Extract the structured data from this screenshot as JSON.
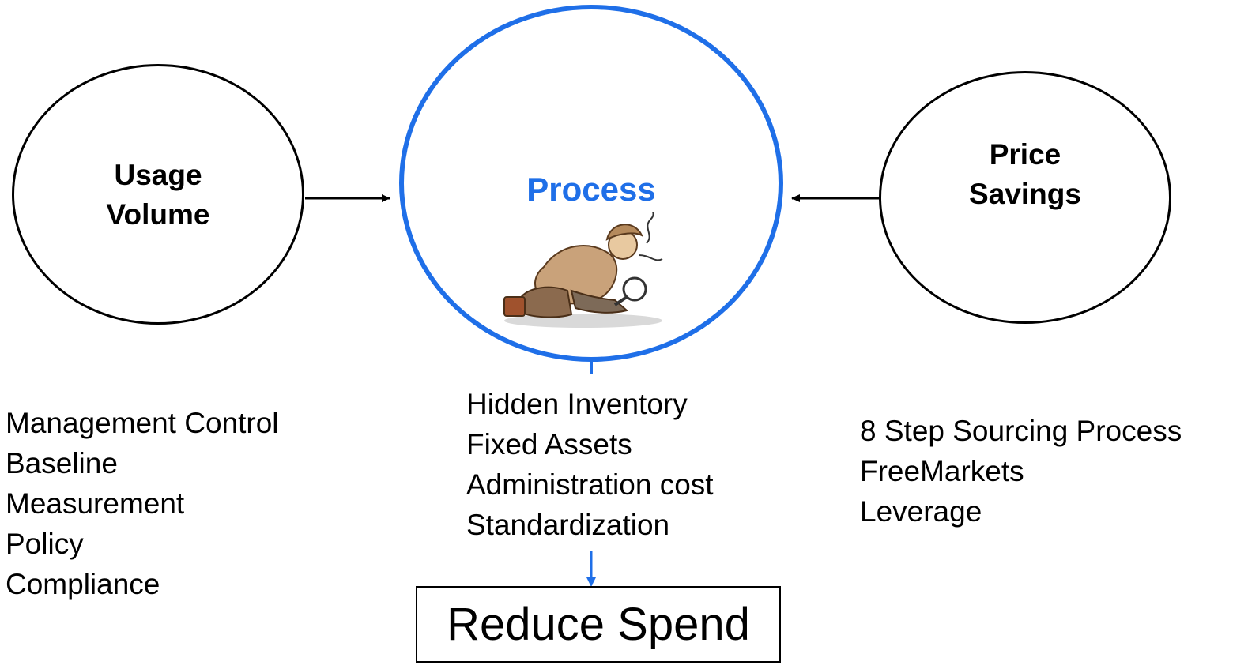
{
  "usage": {
    "title_line1": "Usage",
    "title_line2": "Volume",
    "items": [
      "Management Control",
      "Baseline",
      "Measurement",
      "Policy",
      "Compliance"
    ]
  },
  "process": {
    "title": "Process",
    "items": [
      "Hidden Inventory",
      "Fixed Assets",
      "Administration cost",
      "Standardization"
    ],
    "illustration": "detective-with-magnifying-glass"
  },
  "price": {
    "title_line1": "Price",
    "title_line2": "Savings",
    "items": [
      "8 Step Sourcing Process",
      "FreeMarkets",
      "Leverage"
    ]
  },
  "result": {
    "label": "Reduce Spend"
  },
  "colors": {
    "accent": "#1f6fe8",
    "outline": "#000000",
    "background": "#ffffff"
  }
}
